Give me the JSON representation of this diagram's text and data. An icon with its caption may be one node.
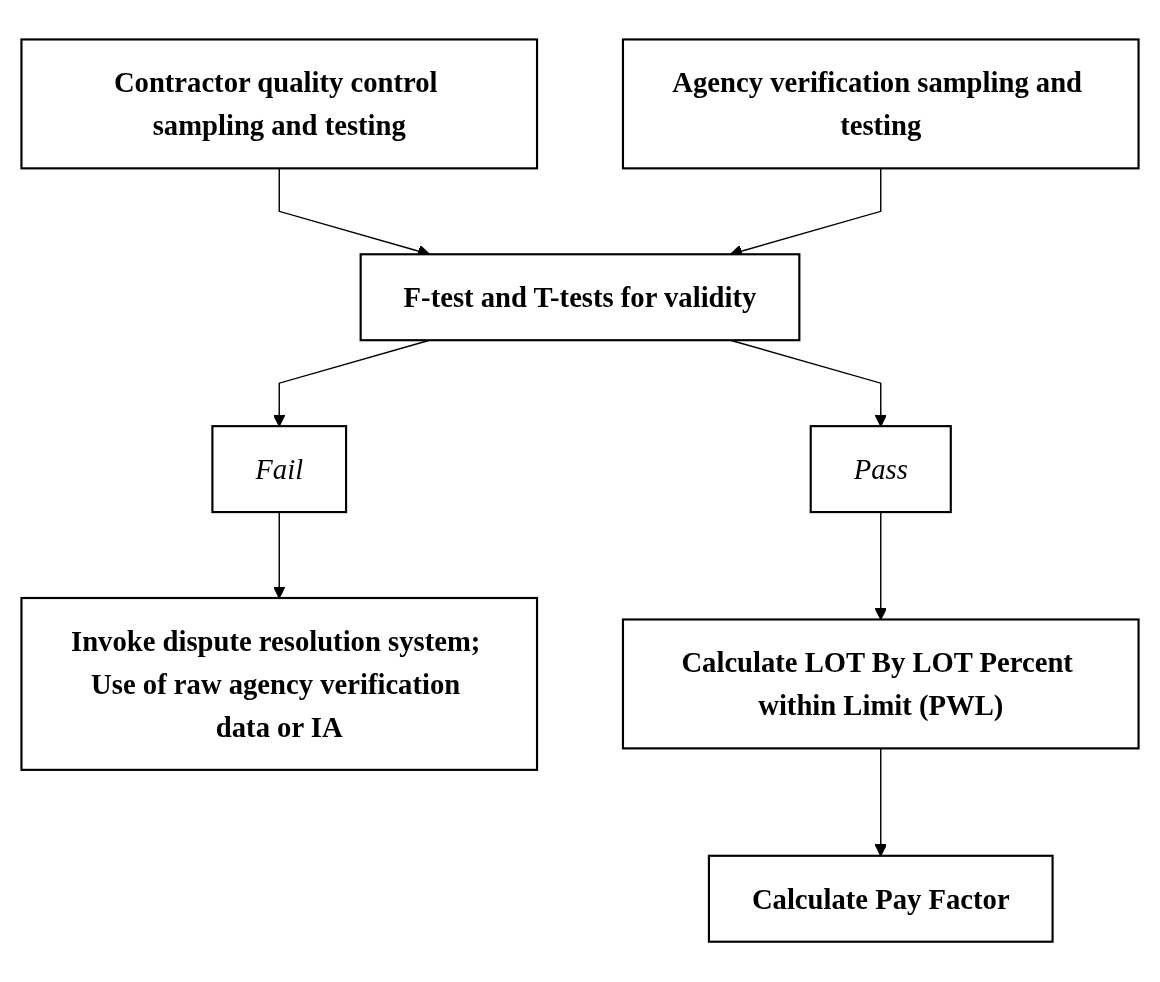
{
  "diagram": {
    "nodes": [
      {
        "text": [
          "Contractor quality control sampling and testing"
        ]
      },
      {
        "text": [
          "Agency verification sampling and testing"
        ]
      },
      {
        "text": [
          "F-test and T-tests for validity"
        ]
      },
      {
        "text": [
          "Fail"
        ]
      },
      {
        "text": [
          "Invoke dispute resolution system; Use of raw agency verification data or IA"
        ]
      },
      {
        "text": [
          "Pass"
        ]
      },
      {
        "text": [
          "Calculate LOT By LOT Percent within Limit (PWL)"
        ]
      },
      {
        "text": [
          "Calculate Pay Factor"
        ]
      }
    ],
    "edges": [
      {
        "from": 0,
        "to": 2,
        "arrow": "to"
      },
      {
        "from": 1,
        "to": 2,
        "arrow": "to"
      },
      {
        "from": 2,
        "to": 3,
        "arrow": "to"
      },
      {
        "from": 3,
        "to": 4,
        "arrow": "to"
      },
      {
        "from": 2,
        "to": 5,
        "arrow": "to"
      },
      {
        "from": 5,
        "to": 6,
        "arrow": "to"
      },
      {
        "from": 6,
        "to": 7,
        "arrow": "to"
      }
    ]
  }
}
